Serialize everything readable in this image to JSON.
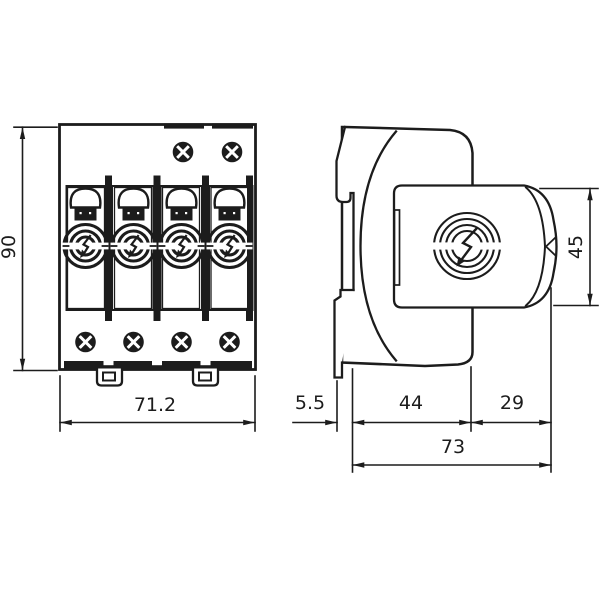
{
  "drawing": {
    "type": "technical-dimension-drawing",
    "background_color": "#ffffff",
    "line_color": "#1c1c1c",
    "views": [
      {
        "id": "front-view",
        "description": "front elevation of 4-module DIN-rail surge protection device"
      },
      {
        "id": "side-view",
        "description": "side profile with DIN-rail claw and plug-in module"
      }
    ],
    "dimensions": {
      "front_height": "90",
      "front_width": "71.2",
      "rail_offset": "5.5",
      "base_depth": "44",
      "module_depth": "29",
      "total_depth": "73",
      "module_height": "45"
    }
  }
}
